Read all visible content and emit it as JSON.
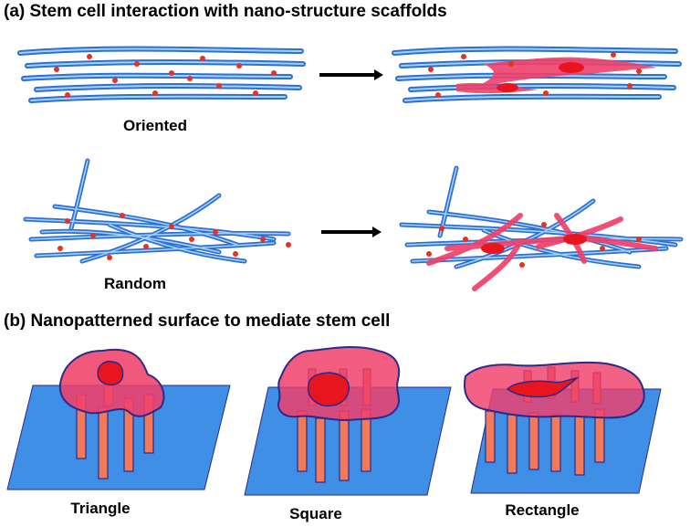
{
  "section_a": {
    "heading": "(a) Stem cell interaction with nano-structure scaffolds",
    "oriented_label": "Oriented",
    "random_label": "Random"
  },
  "section_b": {
    "heading": "(b) Nanopatterned surface to mediate stem cell",
    "patterns": [
      {
        "label": "Triangle"
      },
      {
        "label": "Square"
      },
      {
        "label": "Rectangle"
      }
    ]
  },
  "colors": {
    "fiber": "#2f6fd0",
    "fiber_highlight": "#9fd2ff",
    "dot": "#e8321e",
    "cell": "#f0406a",
    "cell_outline": "#2a2a8a",
    "nucleus": "#e8141e",
    "substrate": "#3f8fe6",
    "pillar": "#f27a5a",
    "arrow": "#000000"
  }
}
